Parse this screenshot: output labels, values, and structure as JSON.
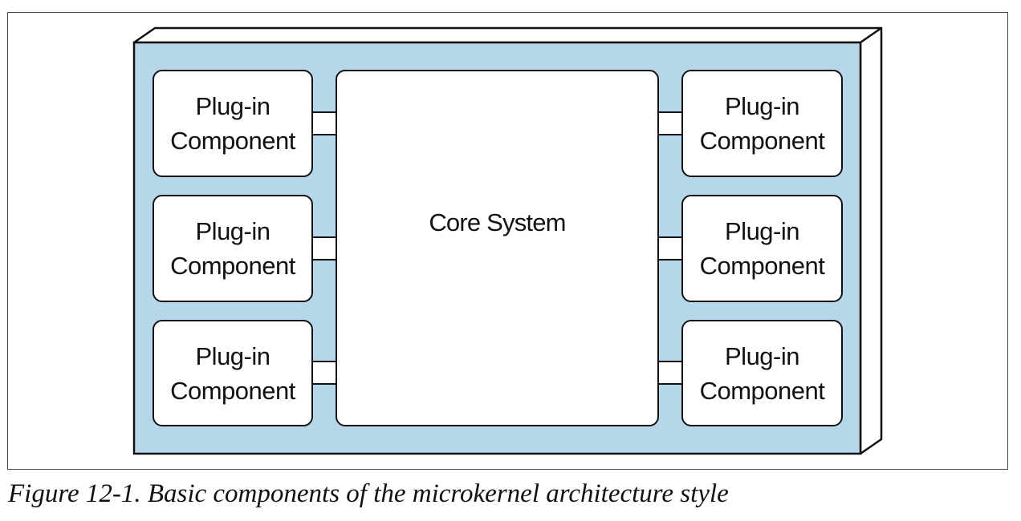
{
  "diagram": {
    "title": "",
    "core": {
      "label": "Core System"
    },
    "plugins_left": [
      {
        "label": "Plug-in\nComponent"
      },
      {
        "label": "Plug-in\nComponent"
      },
      {
        "label": "Plug-in\nComponent"
      }
    ],
    "plugins_right": [
      {
        "label": "Plug-in\nComponent"
      },
      {
        "label": "Plug-in\nComponent"
      },
      {
        "label": "Plug-in\nComponent"
      }
    ],
    "colors": {
      "container_fill": "#b6d7ea",
      "box_fill": "#ffffff",
      "stroke": "#111111"
    }
  },
  "caption": "Figure 12-1. Basic components of the microkernel architecture style"
}
